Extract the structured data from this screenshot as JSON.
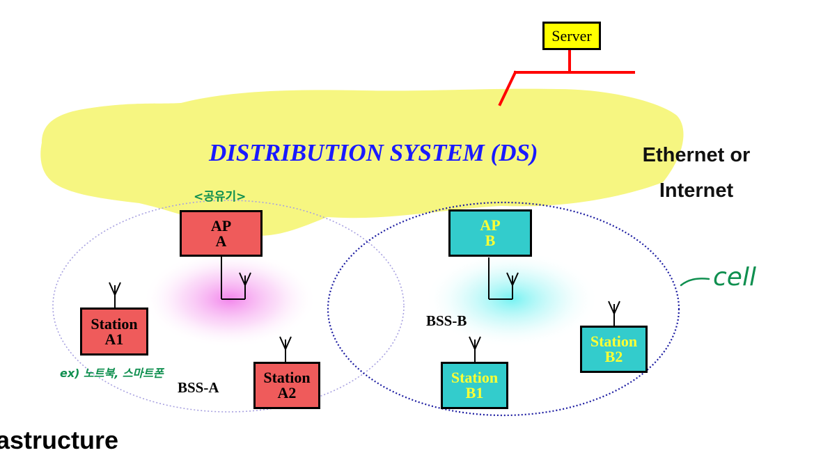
{
  "server": {
    "label": "Server"
  },
  "distribution_system": {
    "title": "DISTRIBUTION SYSTEM (DS)"
  },
  "network_note": {
    "line1": "Ethernet or",
    "line2": "Internet"
  },
  "ap_a": {
    "line1": "AP",
    "line2": "A",
    "annotation": "<공유기>"
  },
  "ap_b": {
    "line1": "AP",
    "line2": "B"
  },
  "stations": {
    "a1": {
      "line1": "Station",
      "line2": "A1"
    },
    "a2": {
      "line1": "Station",
      "line2": "A2"
    },
    "b1": {
      "line1": "Station",
      "line2": "B1"
    },
    "b2": {
      "line1": "Station",
      "line2": "B2"
    }
  },
  "bss_a_label": "BSS-A",
  "bss_b_label": "BSS-B",
  "station_example_note": "ex) 노트북, 스마트폰",
  "cell_note": "cell",
  "bottom_partial_text": "astructure",
  "colors": {
    "ds_cloud": "#f5f57a",
    "ap_station_a": "#ef5b5b",
    "ap_station_b": "#33cccc",
    "server": "#ffff00",
    "ds_title": "#1a1aff",
    "ds_link": "#ff0000",
    "handwriting": "#0f8f4f"
  }
}
